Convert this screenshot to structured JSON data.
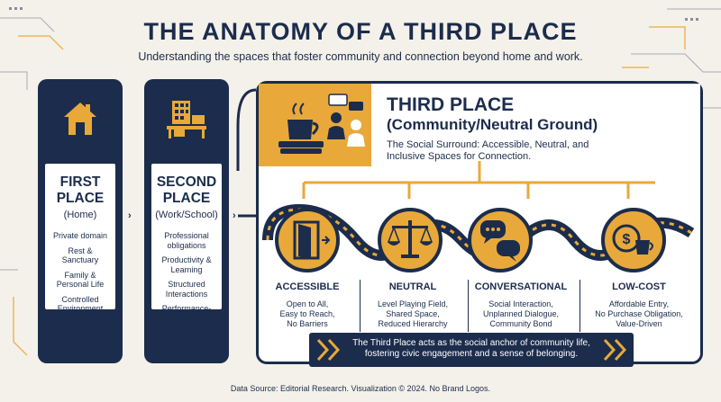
{
  "header": {
    "title": "THE ANATOMY OF A THIRD PLACE",
    "subtitle": "Understanding the spaces that foster community and connection beyond home and work."
  },
  "colors": {
    "navy": "#1c2c4c",
    "gold": "#e8a93a",
    "cream": "#f4f1ea"
  },
  "first_place": {
    "icon": "house-icon",
    "title": "FIRST PLACE",
    "subtitle": "(Home)",
    "items": [
      "Private domain",
      "Rest & Sanctuary",
      "Family & Personal Life",
      "Controlled Environment"
    ]
  },
  "second_place": {
    "icon": "office-desk-icon",
    "title": "SECOND PLACE",
    "subtitle": "(Work/School)",
    "items": [
      "Professional obligations",
      "Productivity & Learning",
      "Structured Interactions",
      "Performance-Driven"
    ]
  },
  "third_place": {
    "icon": "coffee-conversation-icon",
    "title": "THIRD PLACE",
    "title_sub": "(Community/Neutral Ground)",
    "description": "The Social Surround: Accessible, Neutral, and Inclusive Spaces for Connection.",
    "qualities": [
      {
        "icon": "open-door-icon",
        "title": "ACCESSIBLE",
        "desc": [
          "Open to All,",
          "Easy to Reach,",
          "No Barriers"
        ]
      },
      {
        "icon": "scales-icon",
        "title": "NEUTRAL",
        "desc": [
          "Level Playing Field,",
          "Shared Space,",
          "Reduced Hierarchy"
        ]
      },
      {
        "icon": "speech-bubbles-icon",
        "title": "CONVERSATIONAL",
        "desc": [
          "Social Interaction,",
          "Unplanned Dialogue,",
          "Community Bond"
        ]
      },
      {
        "icon": "coin-coffee-icon",
        "title": "LOW-COST",
        "desc": [
          "Affordable Entry,",
          "No Purchase Obligation,",
          "Value-Driven"
        ]
      }
    ]
  },
  "banner": {
    "line1": "The Third Place acts as the social anchor of community life,",
    "line2": "fostering civic engagement and a sense of belonging."
  },
  "footer": {
    "source": "Data Source: Editorial Research. Visualization © 2024. No Brand Logos."
  }
}
